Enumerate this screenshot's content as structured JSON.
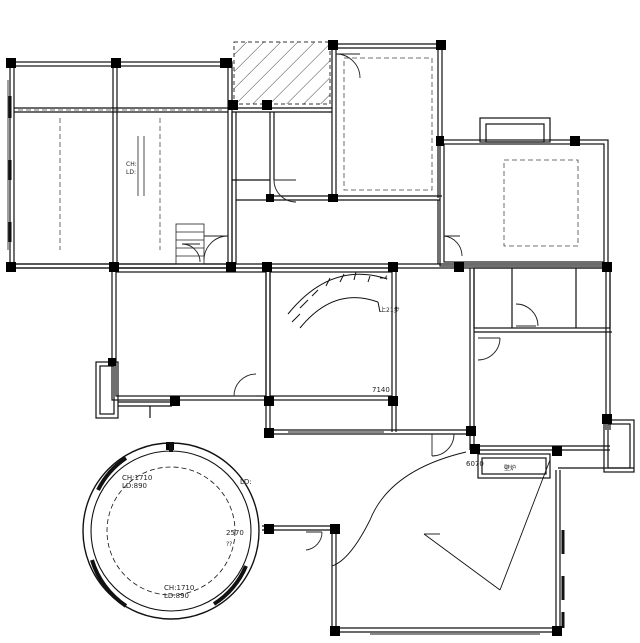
{
  "annotations": {
    "dim_7140": "7140",
    "dim_6070": "6070",
    "dim_2570": "2570",
    "stair_up": "上21步",
    "stair_ref": "4",
    "note_qq": "??",
    "ch_top": "CH:1710",
    "ld_top": "LD:890",
    "ld_right": "LD:",
    "ch_bottom": "CH:1710",
    "ld_bottom": "LD:890",
    "ch_left": "CH:",
    "ld_left": "LD:",
    "fireplace": "壁炉"
  },
  "colors": {
    "wall": "#000000",
    "line": "#222222",
    "dash": "#555555",
    "hatch": "#444444"
  }
}
